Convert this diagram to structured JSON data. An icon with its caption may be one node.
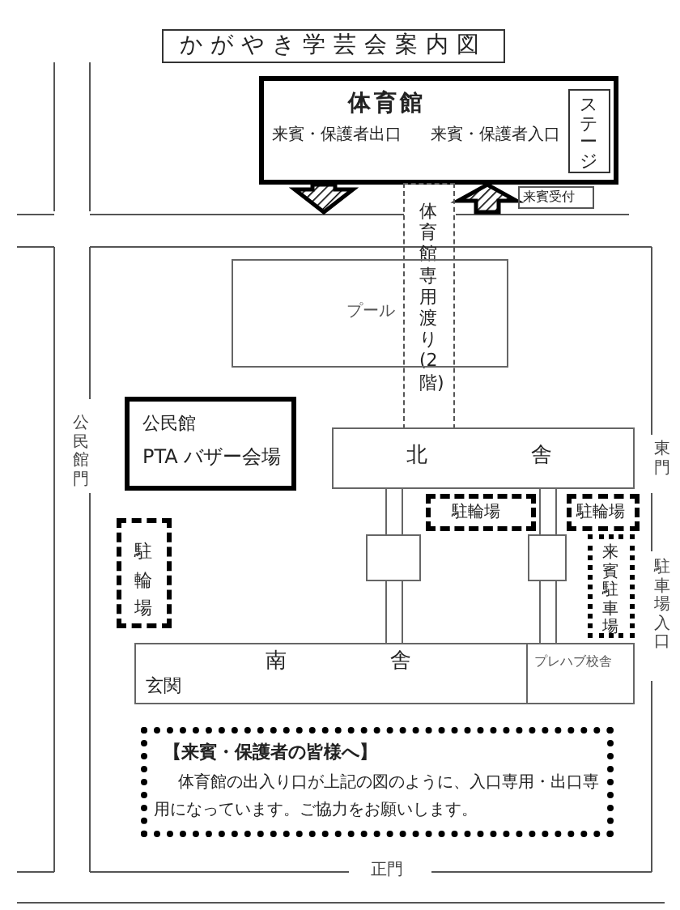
{
  "diagram": {
    "title": "かがやき学芸会案内図",
    "nodes": [
      {
        "text": [
          "体育館",
          "来賓・保護者出口",
          "来賓・保護者入口"
        ]
      },
      {
        "text": [
          "ステージ"
        ],
        "in": 0
      },
      {
        "text": [
          "来賓受付"
        ]
      },
      {
        "text": [
          "体育館専用渡り(2階)"
        ]
      },
      {
        "text": [
          "プール"
        ]
      },
      {
        "text": [
          "公民館",
          "PTA バザー会場"
        ]
      },
      {
        "text": [
          "北舎"
        ]
      },
      {
        "text": [
          "駐輪場"
        ]
      },
      {
        "text": [
          "駐輪場"
        ]
      },
      {
        "text": [
          "来賓駐車場"
        ]
      },
      {
        "text": [
          "駐輪場"
        ]
      },
      {
        "text": [],
        "shape": "box"
      },
      {
        "text": [],
        "shape": "box"
      },
      {
        "text": [
          "南舎",
          "玄関"
        ]
      },
      {
        "text": [
          "プレハブ校舎"
        ]
      },
      {
        "text": [
          "【来賓・保護者の皆様へ】",
          "体育館の出入り口が上記の図のように、入口専用・出口専用になっています。ご協力をお願いします。"
        ]
      }
    ],
    "edges": [
      {
        "from": 0,
        "to": null,
        "arrow": "to",
        "style": "thick"
      },
      {
        "from": null,
        "to": 0,
        "arrow": "to",
        "style": "thick"
      },
      {
        "from": 6,
        "to": 11,
        "arrow": "none"
      },
      {
        "from": 11,
        "to": 13,
        "arrow": "none"
      },
      {
        "from": 6,
        "to": 12,
        "arrow": "none"
      },
      {
        "from": 12,
        "to": 14,
        "arrow": "none"
      }
    ],
    "labels": [
      "公民館門",
      "東門",
      "駐車場入口",
      "正門"
    ]
  }
}
